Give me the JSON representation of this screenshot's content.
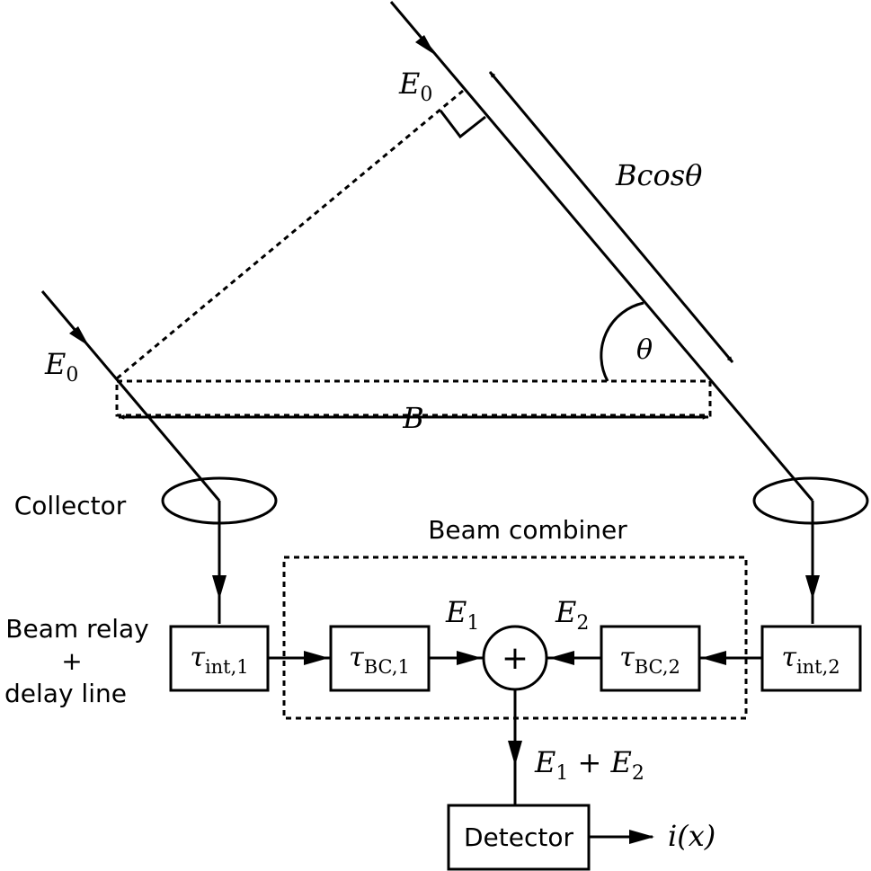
{
  "labels": {
    "collector": "Collector",
    "beam_relay_line1": "Beam relay",
    "beam_relay_line2": "+",
    "beam_relay_line3": "delay line",
    "beam_combiner": "Beam combiner",
    "detector": "Detector"
  },
  "math": {
    "e0_top": {
      "base": "E",
      "sub": "0"
    },
    "e0_left": {
      "base": "E",
      "sub": "0"
    },
    "bcos": "Bcosθ",
    "theta": "θ",
    "baseline": "B",
    "e1": {
      "base": "E",
      "sub": "1"
    },
    "e2": {
      "base": "E",
      "sub": "2"
    },
    "sum": {
      "a": "E",
      "a_sub": "1",
      "plus": " + ",
      "b": "E",
      "b_sub": "2"
    },
    "output": "i(x)",
    "plus_symbol": "+"
  },
  "boxes": {
    "tau_int_1": {
      "symbol": "τ",
      "sub": "int,1"
    },
    "tau_bc_1": {
      "symbol": "τ",
      "sub": "BC,1"
    },
    "tau_bc_2": {
      "symbol": "τ",
      "sub": "BC,2"
    },
    "tau_int_2": {
      "symbol": "τ",
      "sub": "int,2"
    }
  }
}
